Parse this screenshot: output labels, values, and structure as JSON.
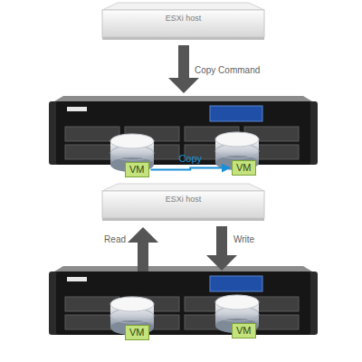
{
  "diagram": {
    "nodes": [
      {
        "text": [
          "ESXi host"
        ]
      },
      {
        "text": [
          "VM"
        ]
      },
      {
        "text": [
          "VM"
        ]
      },
      {
        "text": [
          "ESXi host"
        ]
      },
      {
        "text": [
          "VM"
        ]
      },
      {
        "text": [
          "VM"
        ]
      }
    ],
    "edges": [
      {
        "from": 1,
        "to": 2,
        "label": "Copy",
        "arrow": "to"
      }
    ],
    "labels": [
      "Copy Command",
      "Read",
      "Write"
    ]
  }
}
